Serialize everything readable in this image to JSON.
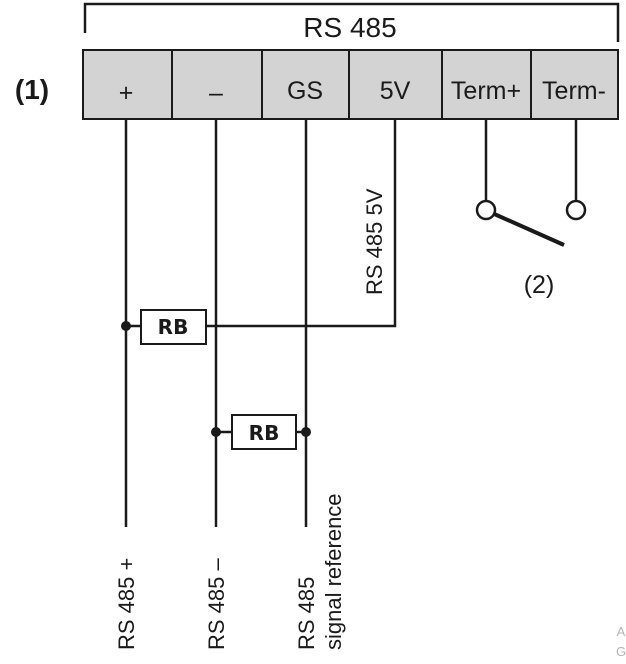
{
  "bus_title": "RS 485",
  "callout_terminal_block": "(1)",
  "callout_switch": "(2)",
  "terminals": [
    "+",
    "–",
    "GS",
    "5V",
    "Term+",
    "Term-"
  ],
  "resistor_label": "RB",
  "wire_labels": {
    "supply": "RS 485 5V",
    "plus": "RS 485 +",
    "minus": "RS 485 –",
    "reference_line1": "RS 485",
    "reference_line2": "signal reference"
  },
  "corner_marks": [
    "A",
    "G"
  ],
  "colors": {
    "terminal_fill": "#d3d3d3",
    "line": "#1a1a1a",
    "corner_mark": "#b5b5b5"
  }
}
